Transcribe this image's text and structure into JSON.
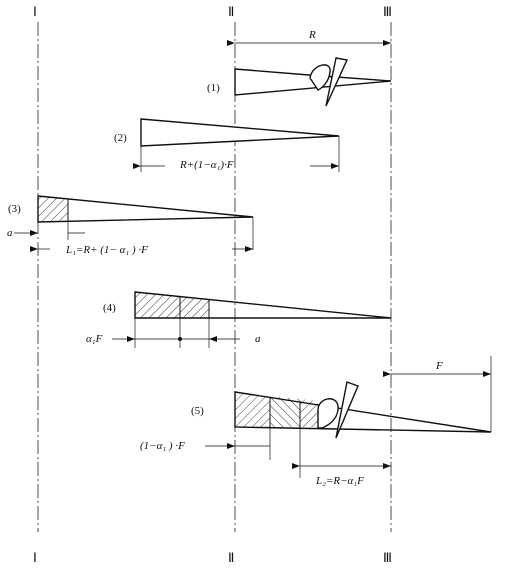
{
  "section_marks": {
    "s1": "Ⅰ",
    "s2": "Ⅱ",
    "s3": "Ⅲ"
  },
  "steps": {
    "step1": "(1)",
    "step2": "(2)",
    "step3": "(3)",
    "step4": "(4)",
    "step5": "(5)"
  },
  "dimensions": {
    "R": "R",
    "step2_length": "R+(1−α₁)·F",
    "a_step3": "a",
    "L1": "L₁=R+ (1− α₁ ) ·F",
    "alpha1F": "α₁F",
    "a_step4": "a",
    "F": "F",
    "one_minus_alpha_F": "(1−α₁ ) ·F",
    "L2": "L₂=R−α₁F"
  }
}
